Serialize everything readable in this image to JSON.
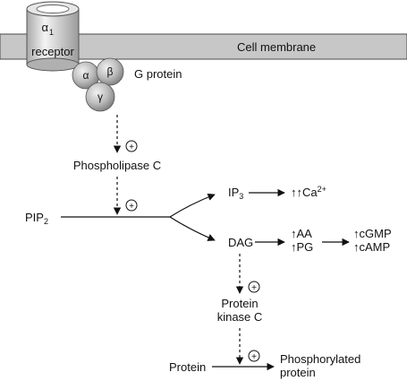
{
  "membrane": {
    "label": "Cell membrane"
  },
  "receptor": {
    "symbol": "α",
    "subscript": "1",
    "label": "receptor"
  },
  "g_protein": {
    "alpha": "α",
    "beta": "β",
    "gamma": "γ",
    "label": "G protein"
  },
  "plus_sign": "+",
  "phospholipase": {
    "label": "Phospholipase C"
  },
  "pip2": {
    "base": "PIP",
    "sub": "2"
  },
  "ip3": {
    "base": "IP",
    "sub": "3"
  },
  "calcium": {
    "prefix": "↑↑Ca",
    "sup": "2+"
  },
  "dag": {
    "label": "DAG"
  },
  "aa": {
    "label": "↑AA"
  },
  "pg": {
    "label": "↑PG"
  },
  "cgmp": {
    "label": "↑cGMP"
  },
  "camp": {
    "label": "↑cAMP"
  },
  "pkc": {
    "line1": "Protein",
    "line2": "kinase C"
  },
  "protein": {
    "label": "Protein"
  },
  "phospho": {
    "line1": "Phosphorylated",
    "line2": "protein"
  },
  "colors": {
    "membrane_fill": "#c7c7c7",
    "membrane_edge": "#4a4a4a",
    "line": "#111111",
    "sphere_light": "#eeeeee",
    "sphere_dark": "#8a8a8a"
  }
}
